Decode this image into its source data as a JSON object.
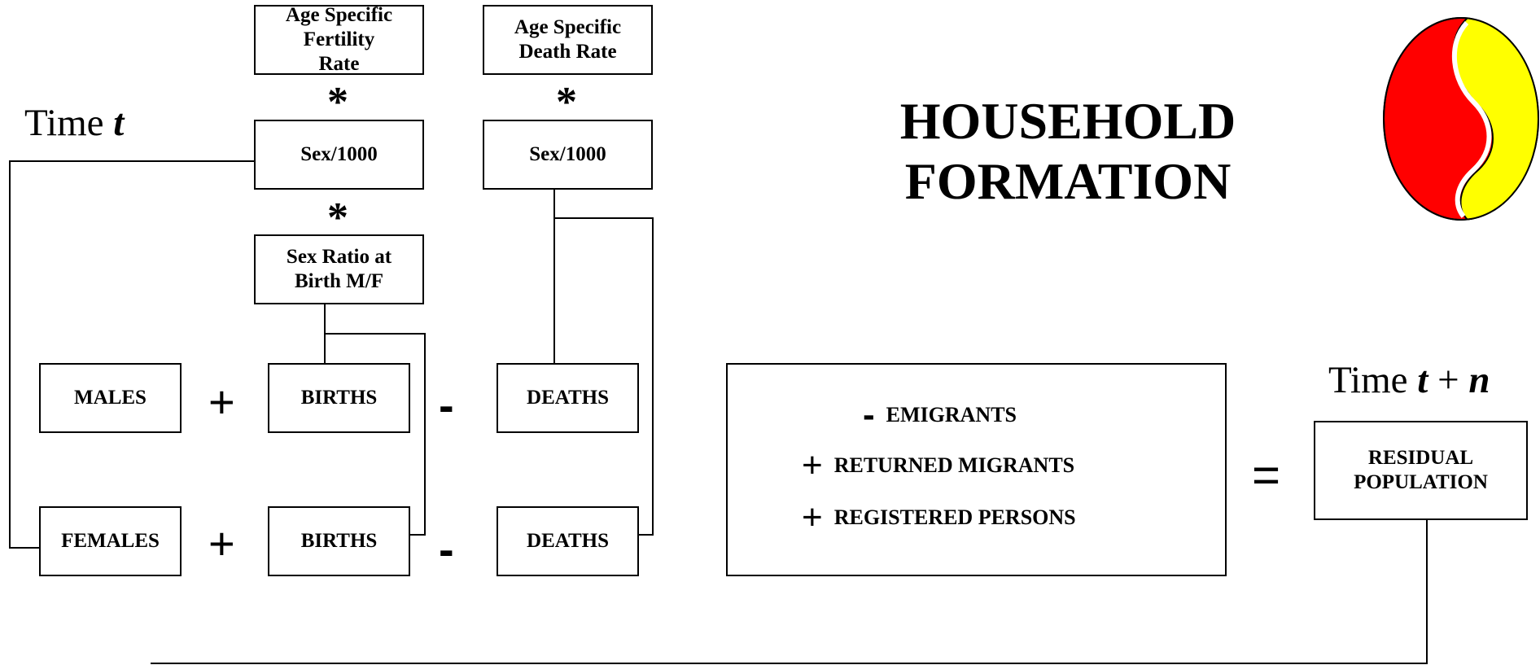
{
  "title_lines": [
    "HOUSEHOLD",
    "FORMATION"
  ],
  "time_start": {
    "prefix": "Time",
    "var": "t"
  },
  "time_end": {
    "prefix": "Time",
    "var1": "t",
    "op": "+",
    "var2": "n"
  },
  "boxes": {
    "asfr": [
      "Age Specific",
      "Fertility",
      "Rate"
    ],
    "asdr": [
      "Age Specific",
      "Death Rate"
    ],
    "sex1000_left": "Sex/1000",
    "sex1000_right": "Sex/1000",
    "sex_ratio": [
      "Sex Ratio at",
      "Birth M/F"
    ],
    "males": "MALES",
    "females": "FEMALES",
    "births_top": "BIRTHS",
    "births_bottom": "BIRTHS",
    "deaths_top": "DEATHS",
    "deaths_bottom": "DEATHS",
    "residual": [
      "RESIDUAL",
      "POPULATION"
    ]
  },
  "operators": {
    "star": "*",
    "plus": "+",
    "minus": "-",
    "equals": "="
  },
  "migration": [
    {
      "sign": "-",
      "label": "EMIGRANTS"
    },
    {
      "sign": "+",
      "label": "RETURNED MIGRANTS"
    },
    {
      "sign": "+",
      "label": "REGISTERED PERSONS"
    }
  ],
  "colors": {
    "logo_red": "#ff0000",
    "logo_yellow": "#ffff00",
    "line": "#000000"
  }
}
